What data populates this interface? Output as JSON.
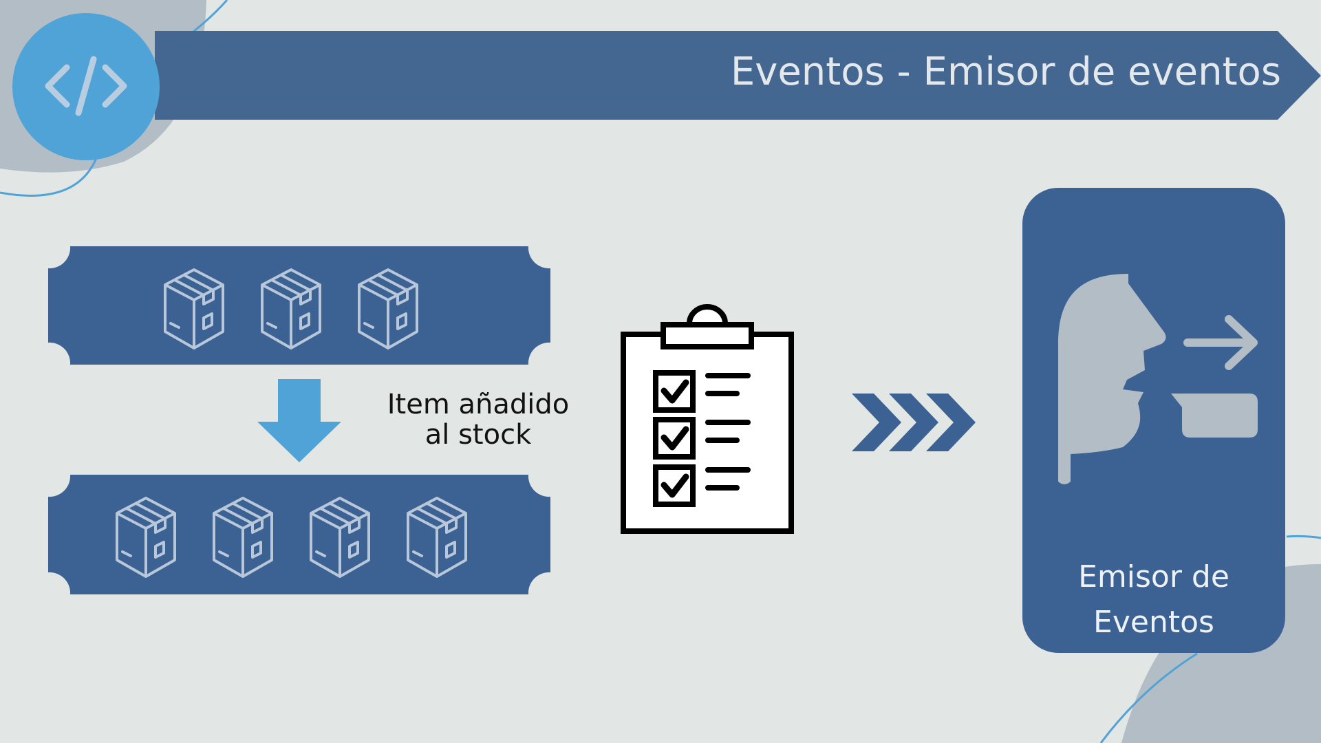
{
  "header": {
    "title": "Eventos - Emisor de eventos",
    "logo_icon": "code-brackets-icon"
  },
  "stock": {
    "before_box_count": 3,
    "after_box_count": 4,
    "box_icon": "package-box-icon",
    "arrow_icon": "arrow-down-icon"
  },
  "event": {
    "label_line1": "Item añadido",
    "label_line2": "al stock",
    "clipboard_icon": "checklist-clipboard-icon",
    "checklist_items": 3
  },
  "flow": {
    "chevron_icon": "triple-chevron-right-icon"
  },
  "emitter": {
    "label_line1": "Emisor de",
    "label_line2": "Eventos",
    "speaker_icon": "speaking-head-icon"
  },
  "colors": {
    "background": "#e2e6e4",
    "banner": "#446791",
    "panel": "#3c6294",
    "accent_light": "#4fa3d6",
    "muted": "#b2bdc6",
    "box_outline": "#b8c8da"
  }
}
